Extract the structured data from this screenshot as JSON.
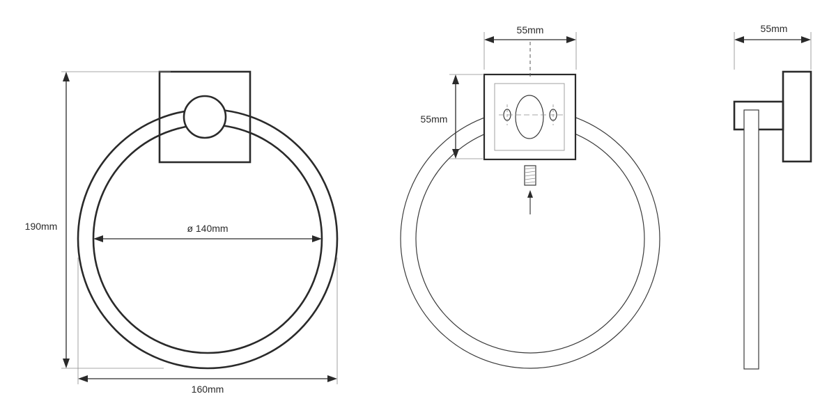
{
  "front_view": {
    "height_label": "190mm",
    "width_label": "160mm",
    "inner_diameter_label": "ø 140mm"
  },
  "mount_view": {
    "width_label": "55mm",
    "height_label": "55mm"
  },
  "side_view": {
    "depth_label": "55mm"
  }
}
